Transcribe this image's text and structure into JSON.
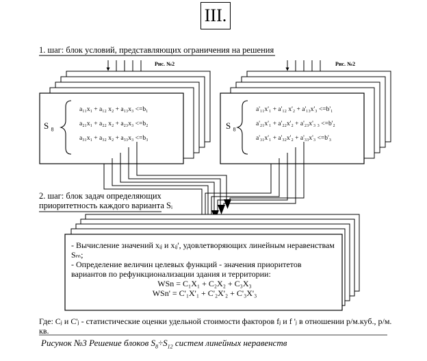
{
  "roman_numeral": "III.",
  "step1": {
    "label": "1. шаг: блок условий, представляющих ограничения на решения",
    "figure_ref_left": "Рис. №2",
    "figure_ref_right": "Рис. №2"
  },
  "left_block": {
    "label": "S",
    "label_sub": "8",
    "brace": "{",
    "rows": [
      "a₁₁x₁ + a₁₂ x₂ + a₁₃x₃   <=b₁",
      "a₂₁x₁ + a₂₂ x₂ + a₂₃x₃   <=b₂",
      "a₃₁x₁ + a₃₂ x₂ + a₃₃x₃   <=b₃"
    ]
  },
  "right_block": {
    "label": "S",
    "label_sub": "8",
    "brace": "{",
    "rows": [
      "a'₁₁x'₁ + a'₁₂ x'₂ + a'₁₃x'₃   <=b'₁",
      "a'₂₁x'₁ + a'₂₂x'₂ + a'₂₃x'₃ ₃ <=b'₂",
      "a'₃₁x'₁ + a'₃₂x'₂ + a'₃₃x'₃   <=b'₃"
    ]
  },
  "step2": {
    "label": "2. шаг: блок задач определяющих приоритетность каждого варианта Sᵢ"
  },
  "task_box": {
    "line1": "- Вычисление значений xᵢⱼ и xᵢⱼ', удовлетворяющих линейным неравенствам Sₘ;",
    "line2": "- Определение величин целевых функций - значения приоритетов вариантов по рефункционализации здания и территории:",
    "formula1": "WSn = C₁X₁ + C₂X₂ + C₃X₃",
    "formula2": "WSn' = C'₁X'₁ + C'₂X'₂ + C'₃X'₃"
  },
  "footnote": "Где: Cⱼ и C'ⱼ - статистические оценки удельной стоимости факторов fⱼ и f 'ⱼ в отношении р/м.куб., р/м. кв.",
  "caption": {
    "text": "Рисунок №3 Решение блоков S",
    "sub1": "8",
    "middle": "÷S",
    "sub2": "12",
    "end": " систем линейных неравенств"
  }
}
